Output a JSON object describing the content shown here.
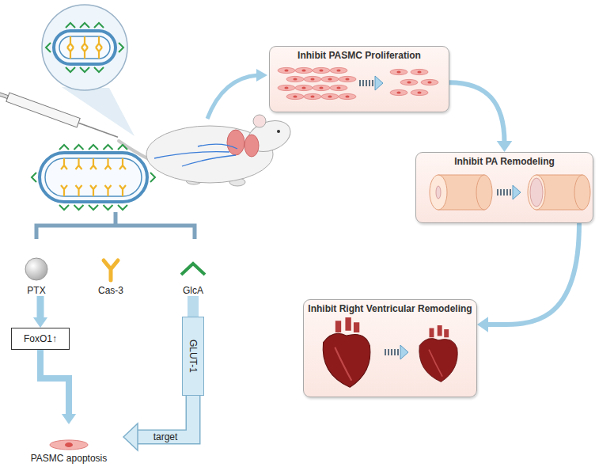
{
  "diagram": {
    "nodes": [
      {
        "text": [
          "Inhibit PASMC Proliferation"
        ]
      },
      {
        "text": [
          "Inhibit PA Remodeling"
        ]
      },
      {
        "text": [
          "Inhibit Right Ventricular Remodeling"
        ]
      },
      {
        "text": [
          "PTX"
        ]
      },
      {
        "text": [
          "FoxO1↑"
        ]
      },
      {
        "text": [
          "Cas-3"
        ]
      },
      {
        "text": [
          "GlcA"
        ]
      },
      {
        "text": [
          "GLUT-1"
        ]
      },
      {
        "text": [
          "PASMC apoptosis"
        ]
      }
    ],
    "edges": [
      {
        "from": 0,
        "to": 1,
        "arrow": "to"
      },
      {
        "from": 1,
        "to": 2,
        "arrow": "to"
      },
      {
        "from": 3,
        "to": 4,
        "arrow": "to"
      },
      {
        "from": 4,
        "to": 8,
        "arrow": "to"
      },
      {
        "from": 6,
        "to": 7,
        "arrow": "none"
      },
      {
        "from": 7,
        "to": 8,
        "arrow": "to",
        "label": "target"
      }
    ]
  }
}
